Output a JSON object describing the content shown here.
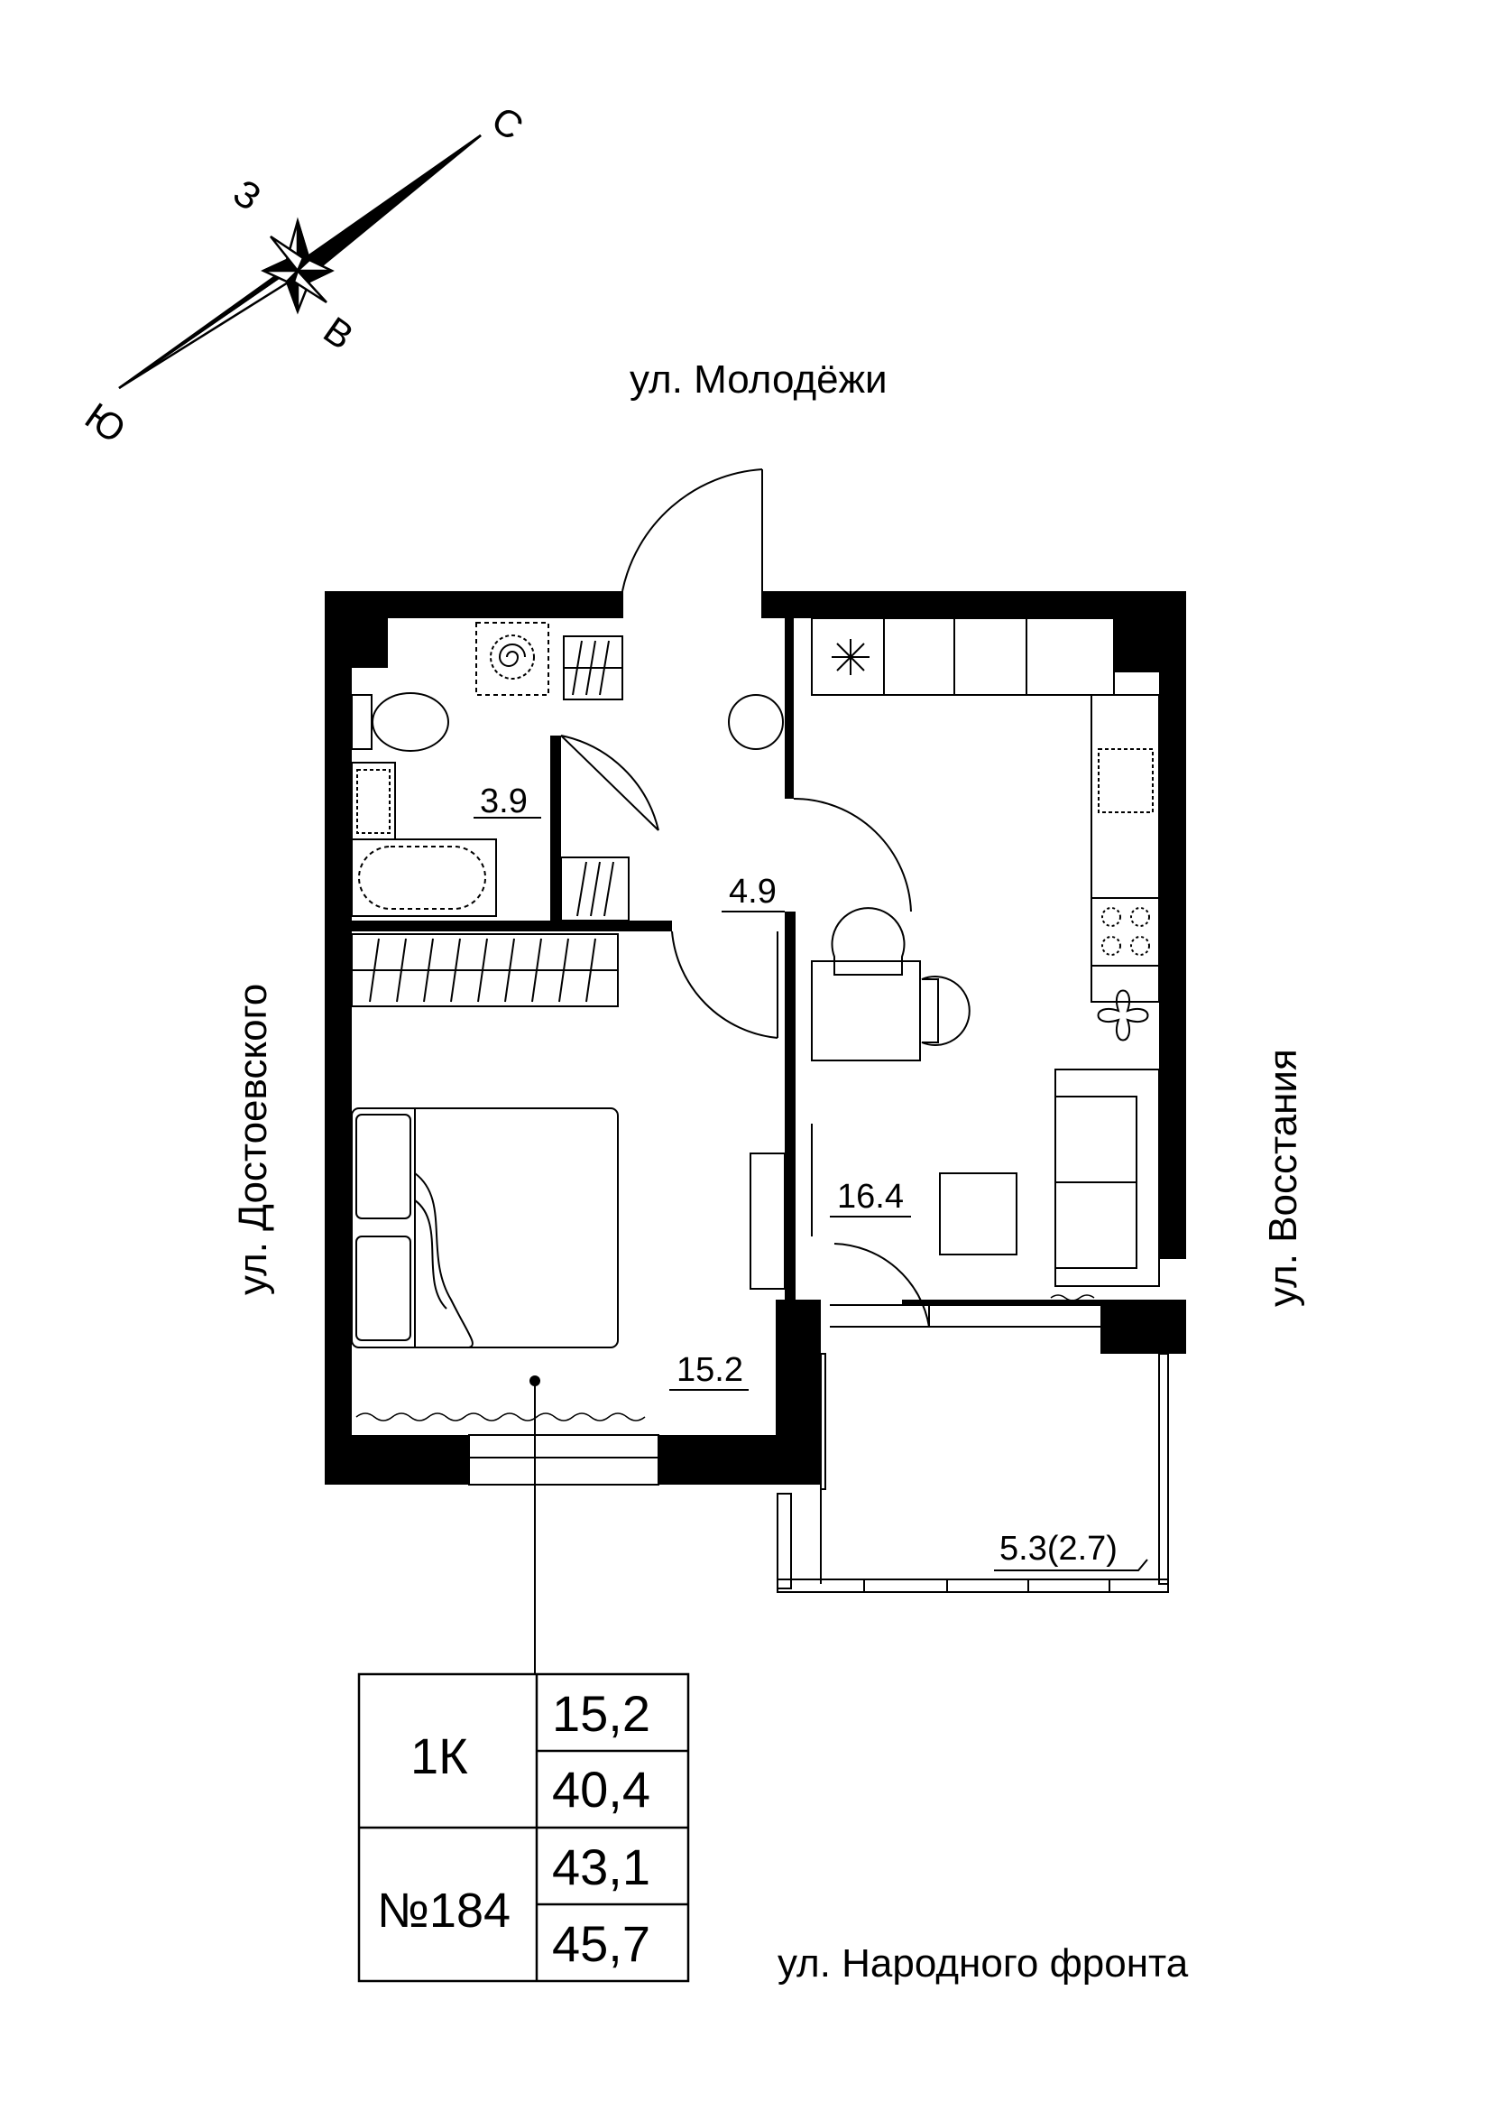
{
  "compass": {
    "n": "С",
    "w": "З",
    "e": "В",
    "s": "Ю"
  },
  "streets": {
    "north": "ул. Молодёжи",
    "west": "ул. Достоевского",
    "east": "ул. Восстания",
    "south": "ул. Народного фронта"
  },
  "rooms": {
    "bathroom": "3.9",
    "hall": "4.9",
    "kitchen_living": "16.4",
    "bedroom": "15.2",
    "balcony": "5.3(2.7)"
  },
  "info_table": {
    "type": "1К",
    "number": "№184",
    "values": [
      "15,2",
      "40,4",
      "43,1",
      "45,7"
    ]
  }
}
